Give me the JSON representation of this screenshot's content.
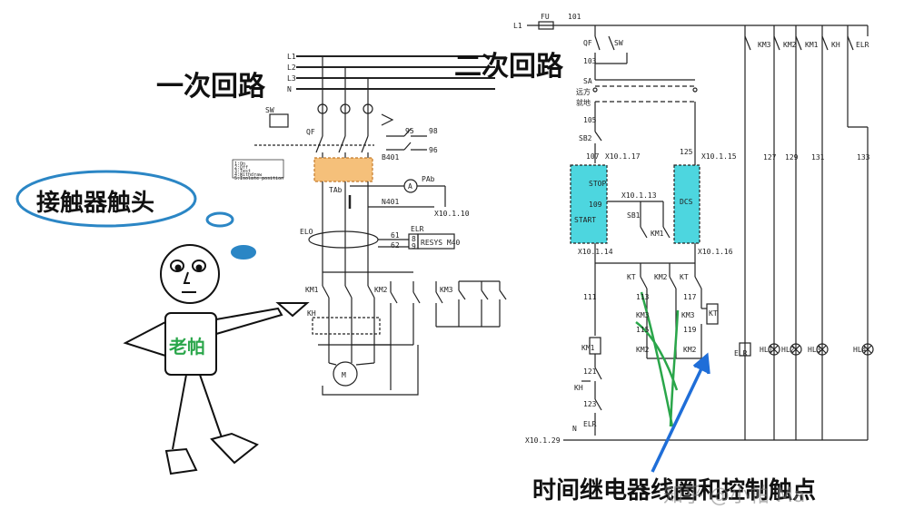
{
  "titles": {
    "primary_circuit": "一次回路",
    "secondary_circuit": "二次回路",
    "bubble": "接触器触头",
    "character": "老帕",
    "caption": "时间继电器线圈和控制触点",
    "watermark": "知乎 @小帕 Ma"
  },
  "primary_labels": {
    "L1": "L1",
    "L2": "L2",
    "L3": "L3",
    "N": "N",
    "SW": "SW",
    "QF": "QF",
    "B401": "B401",
    "PAb": "PAb",
    "TAb": "TAb",
    "N401": "N401",
    "X10_1_10": "X10.1.10",
    "ELO": "ELO",
    "ELR": "ELR",
    "n61": "61",
    "n62": "62",
    "n8": "8",
    "n9": "9",
    "RESYS": "RESYS M40",
    "KM1": "KM1",
    "KM2": "KM2",
    "KM3": "KM3",
    "KH": "KH",
    "M": "M",
    "n95": "95",
    "n96": "96",
    "n98": "98",
    "A": "A",
    "modes": [
      "1:On",
      "2:Off",
      "3:Test",
      "4:Withdraw",
      "5:Isolate position"
    ]
  },
  "secondary_labels": {
    "L1": "L1",
    "FU": "FU",
    "n101": "101",
    "QF": "QF",
    "SW": "SW",
    "n103": "103",
    "SA": "SA",
    "SA_a": "远方",
    "SA_b": "就地",
    "n105": "105",
    "SB2": "SB2",
    "n107": "107",
    "X10_1_17": "X10.1.17",
    "X10_1_15": "X10.1.15",
    "n125": "125",
    "STOP": "STOP",
    "START": "START",
    "DCS": "DCS",
    "n109": "109",
    "X10_1_13": "X10.1.13",
    "SB1": "SB1",
    "KM1": "KM1",
    "X10_1_14": "X10.1.14",
    "X10_1_16": "X10.1.16",
    "KT": "KT",
    "KM2": "KM2",
    "KM3": "KM3",
    "n111": "111",
    "n113": "113",
    "n115": "115",
    "n117": "117",
    "n119": "119",
    "n121": "121",
    "n123": "123",
    "KH": "KH",
    "ELR": "ELR",
    "X10_1_29": "X10.1.29",
    "N": "N",
    "n127": "127",
    "n129": "129",
    "n131": "131",
    "n133": "133",
    "HL1": "HL1",
    "HL2": "HL2",
    "HL3": "HL3",
    "HL4": "HL4"
  },
  "colors": {
    "breaker_fill": "#f5c07a",
    "plc_fill": "#4dd6df",
    "annotation_blue": "#1f6ed8",
    "bubble_border": "#2b86c5",
    "green_marks": "#2aa64a"
  }
}
